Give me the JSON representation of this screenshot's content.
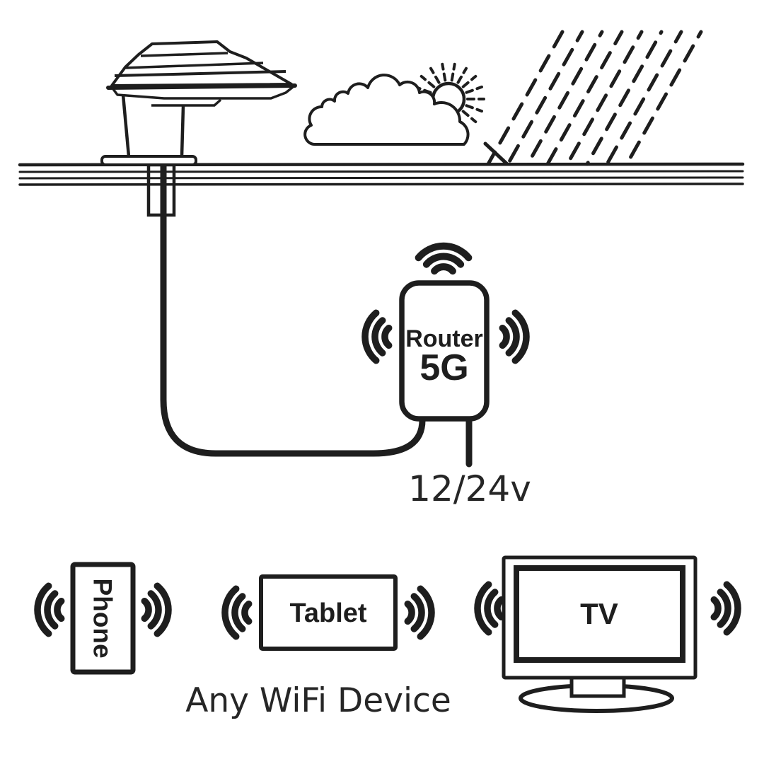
{
  "scene": {
    "description": "5G router marine antenna diagram",
    "background_color": "#ffffff",
    "ink_color": "#1e1e1e"
  },
  "router": {
    "label": "Router",
    "model": "5G",
    "power_label": "12/24v"
  },
  "devices": {
    "phone_label": "Phone",
    "tablet_label": "Tablet",
    "tv_label": "TV",
    "caption": "Any WiFi Device"
  },
  "icons": {
    "antenna": "dome-antenna-icon",
    "roof": "roof-deck-lines",
    "weather": [
      "cloud-icon",
      "sun-icon",
      "rain-icon"
    ],
    "wifi": "wifi-waves-icon",
    "cable": "coax-cable-line",
    "power": "power-cable-line"
  }
}
